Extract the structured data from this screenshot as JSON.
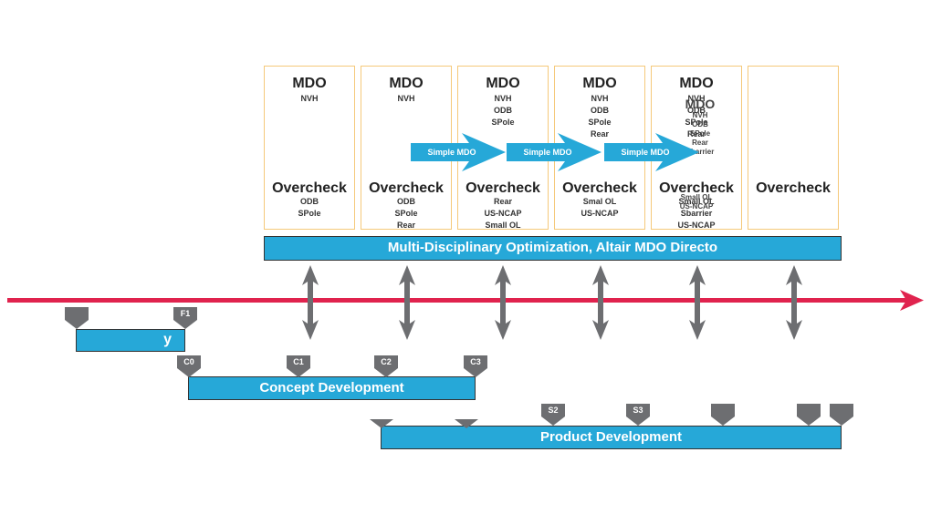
{
  "colors": {
    "accent_blue": "#26a8d8",
    "timeline_red": "#e0234e",
    "marker_gray": "#6d6e71",
    "column_border": "#f5c97a"
  },
  "columns": [
    {
      "mdo_title": "MDO",
      "mdo_items": [
        "NVH"
      ],
      "overcheck_title": "Overcheck",
      "overcheck_items": [
        "ODB",
        "SPole"
      ]
    },
    {
      "mdo_title": "MDO",
      "mdo_items": [
        "NVH"
      ],
      "overcheck_title": "Overcheck",
      "overcheck_items": [
        "ODB",
        "SPole",
        "Rear"
      ]
    },
    {
      "mdo_title": "MDO",
      "mdo_items": [
        "NVH",
        "ODB",
        "SPole"
      ],
      "overcheck_title": "Overcheck",
      "overcheck_items": [
        "Rear",
        "US-NCAP",
        "Small OL"
      ]
    },
    {
      "mdo_title": "MDO",
      "mdo_items": [
        "NVH",
        "ODB",
        "SPole",
        "Rear"
      ],
      "overcheck_title": "Overcheck",
      "overcheck_items": [
        "Smal OL",
        "US-NCAP"
      ]
    },
    {
      "mdo_title": "MDO",
      "mdo_items": [
        "NVH",
        "ODB",
        "SPole",
        "Rear"
      ],
      "overcheck_title": "Overcheck",
      "overcheck_items": [
        "Small OL",
        "Sbarrier",
        "US-NCAP"
      ],
      "overlay": {
        "mdo_title": "MDO",
        "mdo_items": [
          "NVH",
          "ODB",
          "SPole",
          "Rear",
          "Sbarrier"
        ],
        "overcheck_items": [
          "Small OL",
          "US-NCAP"
        ]
      }
    },
    {
      "mdo_title": "",
      "mdo_items": [],
      "overcheck_title": "Overcheck",
      "overcheck_items": []
    }
  ],
  "chevrons": [
    "Simple MDO",
    "Simple MDO",
    "Simple MDO"
  ],
  "bars": {
    "mdo": "Multi-Disciplinary Optimization, Altair MDO Directo",
    "y": "y",
    "concept": "Concept Development",
    "product": "Product Development"
  },
  "milestones": {
    "row1": [
      "",
      "F1"
    ],
    "concept": [
      "C0",
      "C1",
      "C2",
      "C3"
    ],
    "product": [
      "",
      "",
      "S2",
      "S3",
      "",
      "",
      ""
    ]
  }
}
